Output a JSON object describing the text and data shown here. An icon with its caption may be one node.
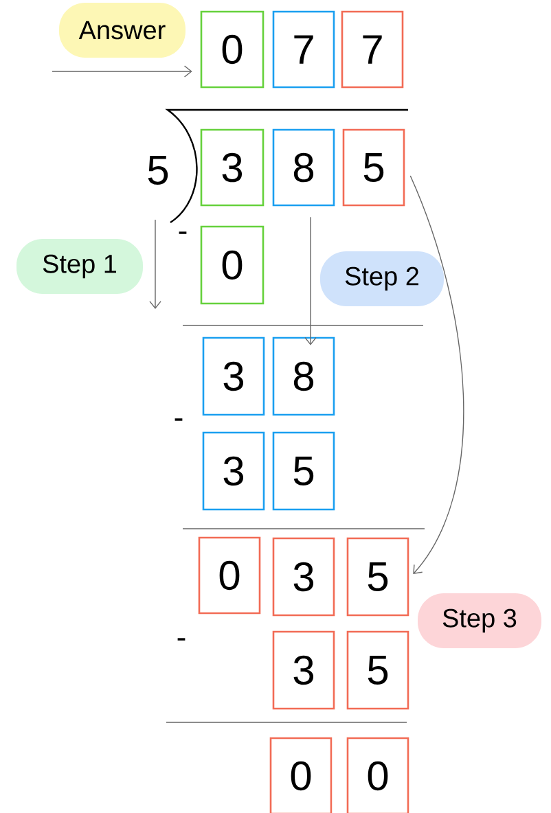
{
  "diagram": {
    "nodes": [
      {
        "text": [
          "Answer"
        ]
      },
      {
        "text": [
          "0"
        ]
      },
      {
        "text": [
          "7"
        ]
      },
      {
        "text": [
          "7"
        ]
      },
      {
        "text": [
          "3"
        ]
      },
      {
        "text": [
          "8"
        ]
      },
      {
        "text": [
          "5"
        ]
      },
      {
        "text": [
          "Step 1"
        ]
      },
      {
        "text": [
          "0"
        ]
      },
      {
        "text": [
          "Step 2"
        ]
      },
      {
        "text": [
          "3"
        ]
      },
      {
        "text": [
          "8"
        ]
      },
      {
        "text": [
          "3"
        ]
      },
      {
        "text": [
          "5"
        ]
      },
      {
        "text": [
          "0"
        ]
      },
      {
        "text": [
          "3"
        ]
      },
      {
        "text": [
          "5"
        ]
      },
      {
        "text": [
          "Step 3"
        ]
      },
      {
        "text": [
          "3"
        ]
      },
      {
        "text": [
          "5"
        ]
      },
      {
        "text": [
          "0"
        ]
      },
      {
        "text": [
          "0"
        ]
      }
    ],
    "edges": [
      {
        "from": null,
        "to": 1,
        "arrow": "to"
      },
      {
        "from": 5,
        "to": 11,
        "arrow": "to"
      },
      {
        "from": 6,
        "to": 16,
        "arrow": "to"
      }
    ],
    "labels": [
      "5",
      "-",
      "-",
      "-"
    ]
  }
}
